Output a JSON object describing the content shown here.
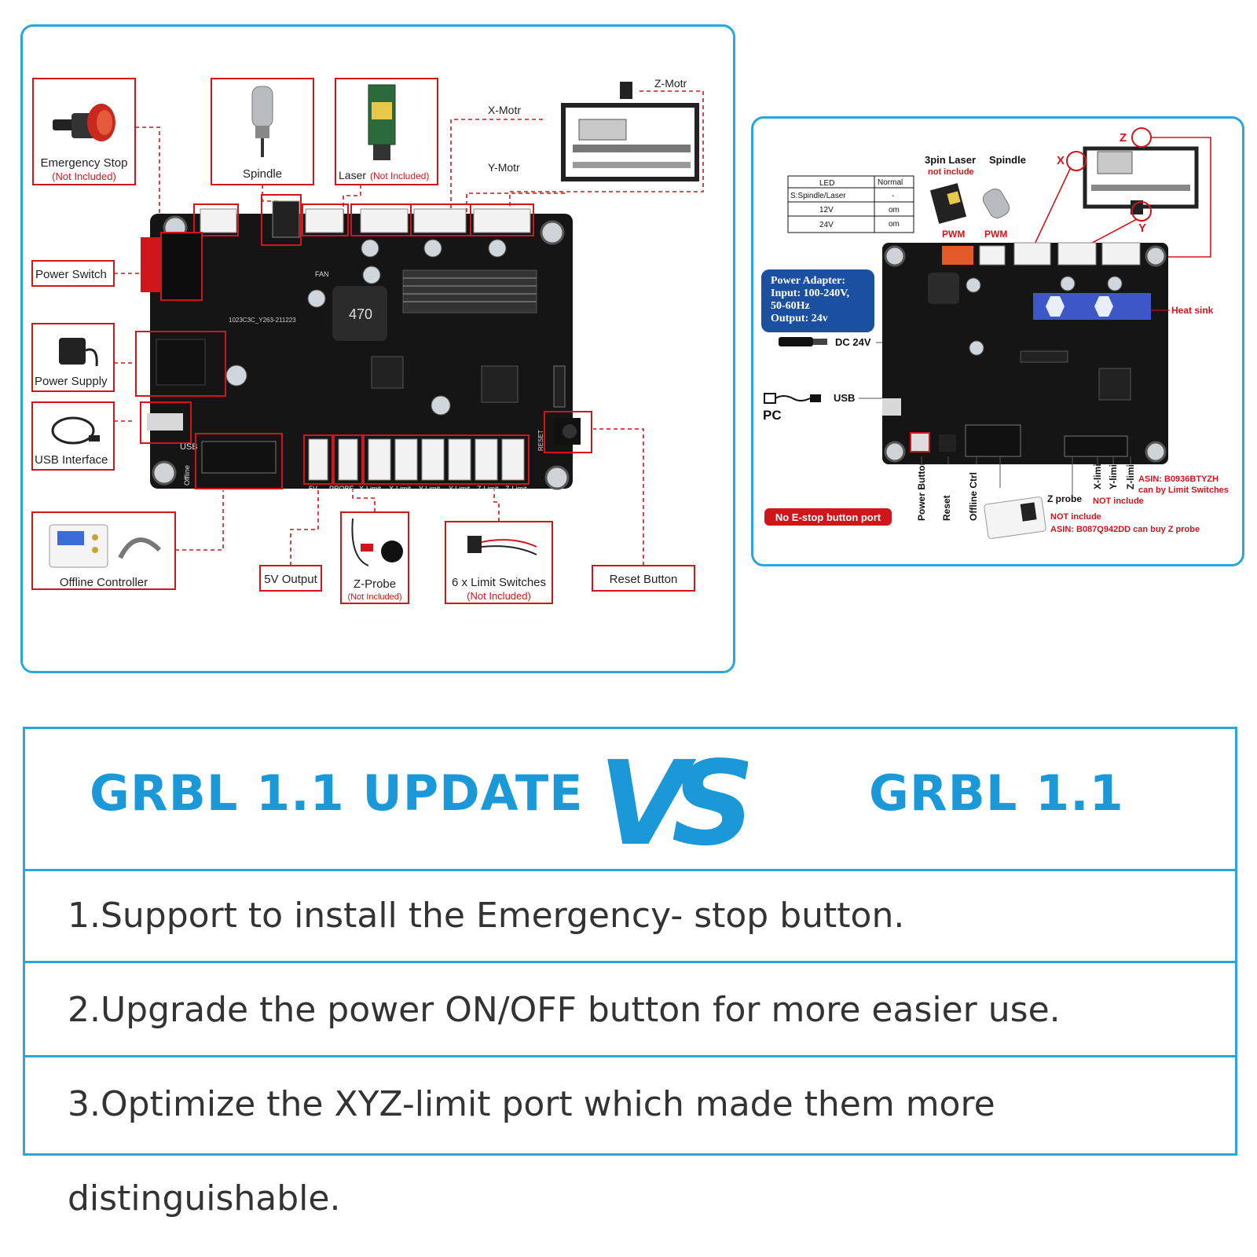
{
  "left_board": {
    "labels": {
      "emergency_stop": "Emergency Stop",
      "not_included": "(Not Included)",
      "spindle": "Spindle",
      "laser": "Laser",
      "laser_note": "(Not Included)",
      "x_motor": "X-Motr",
      "y_motor": "Y-Motr",
      "z_motor": "Z-Motr",
      "power_switch": "Power Switch",
      "power_supply": "Power Supply",
      "usb_interface": "USB Interface",
      "offline_controller": "Offline Controller",
      "five_v_output": "5V Output",
      "z_probe": "Z-Probe",
      "z_probe_note": "(Not Included)",
      "limit_switches": "6 x Limit Switches",
      "limit_note": "(Not Included)",
      "reset_button": "Reset Button"
    },
    "pcb_text": {
      "inductor": "470",
      "serial": "1023C3C_Y263-211223",
      "fan": "FAN",
      "usb": "USB",
      "offline": "Offline",
      "reset": "RESET",
      "ports": [
        "5V",
        "PROBE",
        "X-Limit",
        "X-Limit",
        "Y-Limit",
        "Y-Limit",
        "Z-Limit",
        "Z-Limit"
      ]
    }
  },
  "right_board": {
    "led_table": {
      "headers": [
        "LED",
        "Normal"
      ],
      "rows": [
        [
          "S:Spindle/Laser",
          "-"
        ],
        [
          "12V",
          "om"
        ],
        [
          "24V",
          "om"
        ]
      ]
    },
    "laser_label": "3pin Laser",
    "laser_note": "not include",
    "spindle_label": "Spindle",
    "pwm1": "PWM",
    "pwm2": "PWM",
    "axis_x": "X",
    "axis_y": "Y",
    "axis_z": "Z",
    "power_adapter": [
      "Power Adapter:",
      "Input: 100-240V,",
      "50-60Hz",
      "Output: 24v"
    ],
    "dc": "DC 24V",
    "usb": "USB",
    "pc": "PC",
    "heat_sink": "Heat sink",
    "bottom_labels": [
      "Power Button",
      "Reset",
      "Offline Ctrl"
    ],
    "z_probe": "Z probe",
    "limit_labels": [
      "X-limit",
      "Y-limit",
      "Z-limit"
    ],
    "not_include": "NOT include",
    "asin_limit": "ASIN: B0936BTYZH",
    "asin_limit_note": "can by Limit Switches",
    "not_include2": "NOT include",
    "asin_probe": "ASIN: B087Q942DD  can buy Z probe",
    "no_estop": "No E-stop button port"
  },
  "comparison": {
    "left_title": "GRBL 1.1 UPDATE",
    "vs": "VS",
    "right_title": "GRBL 1.1",
    "rows": [
      "1.Support to install the Emergency- stop button.",
      "2.Upgrade the power ON/OFF button for more easier use.",
      "3.Optimize the XYZ-limit port which made them more distinguishable."
    ]
  },
  "colors": {
    "accent": "#1a98d8",
    "border": "#2aa6dc",
    "callout": "#d0161b"
  }
}
